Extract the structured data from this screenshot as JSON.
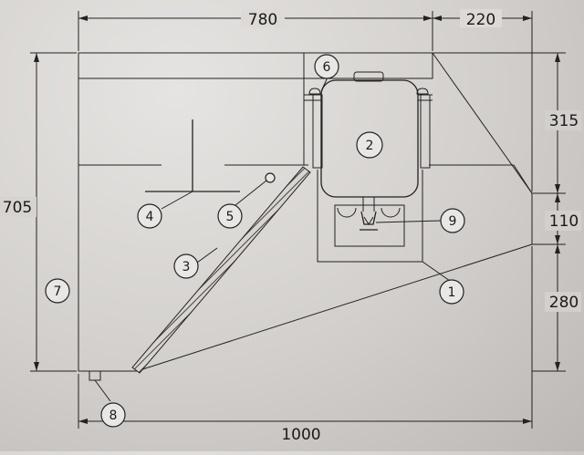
{
  "dimensions": {
    "top_left": "780",
    "top_right": "220",
    "left_height": "705",
    "right_top": "315",
    "right_mid": "110",
    "right_bottom": "280",
    "bottom_width": "1000"
  },
  "callouts": [
    "1",
    "2",
    "3",
    "4",
    "5",
    "6",
    "7",
    "8",
    "9"
  ],
  "colors": {
    "line": "#222222",
    "body_fill": "#cfcac6",
    "background": "#d2cfcc"
  }
}
